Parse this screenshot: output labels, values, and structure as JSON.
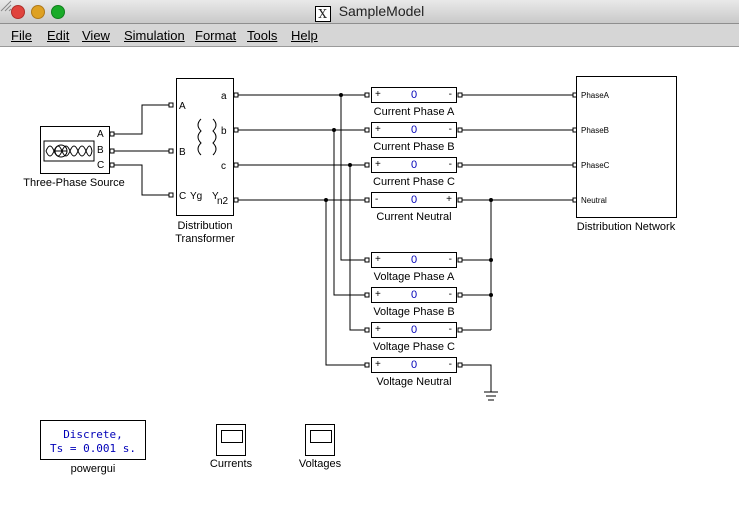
{
  "window": {
    "title": "SampleModel"
  },
  "menu": [
    "File",
    "Edit",
    "View",
    "Simulation",
    "Format",
    "Tools",
    "Help"
  ],
  "source": {
    "label": "Three-Phase Source",
    "ports": [
      "A",
      "B",
      "C"
    ]
  },
  "transformer": {
    "label_line1": "Distribution",
    "label_line2": "Transformer",
    "in_ports": [
      "A",
      "B",
      "C"
    ],
    "out_ports": [
      "a",
      "b",
      "c",
      "n2"
    ],
    "winding_left": "Yg",
    "winding_right": "Y"
  },
  "displays": [
    {
      "label": "Current Phase A",
      "value": "0",
      "left_sign": "+",
      "right_sign": "-"
    },
    {
      "label": "Current Phase B",
      "value": "0",
      "left_sign": "+",
      "right_sign": "-"
    },
    {
      "label": "Current Phase C",
      "value": "0",
      "left_sign": "+",
      "right_sign": "-"
    },
    {
      "label": "Current Neutral",
      "value": "0",
      "left_sign": "-",
      "right_sign": "+"
    },
    {
      "label": "Voltage Phase A",
      "value": "0",
      "left_sign": "+",
      "right_sign": "-"
    },
    {
      "label": "Voltage Phase B",
      "value": "0",
      "left_sign": "+",
      "right_sign": "-"
    },
    {
      "label": "Voltage Phase C",
      "value": "0",
      "left_sign": "+",
      "right_sign": "-"
    },
    {
      "label": "Voltage Neutral",
      "value": "0",
      "left_sign": "+",
      "right_sign": "-"
    }
  ],
  "network": {
    "label": "Distribution Network",
    "ports": [
      "PhaseA",
      "PhaseB",
      "PhaseC",
      "Neutral"
    ]
  },
  "powergui": {
    "line1": "Discrete,",
    "line2": "Ts = 0.001 s.",
    "label": "powergui"
  },
  "scopes": [
    {
      "label": "Currents"
    },
    {
      "label": "Voltages"
    }
  ]
}
